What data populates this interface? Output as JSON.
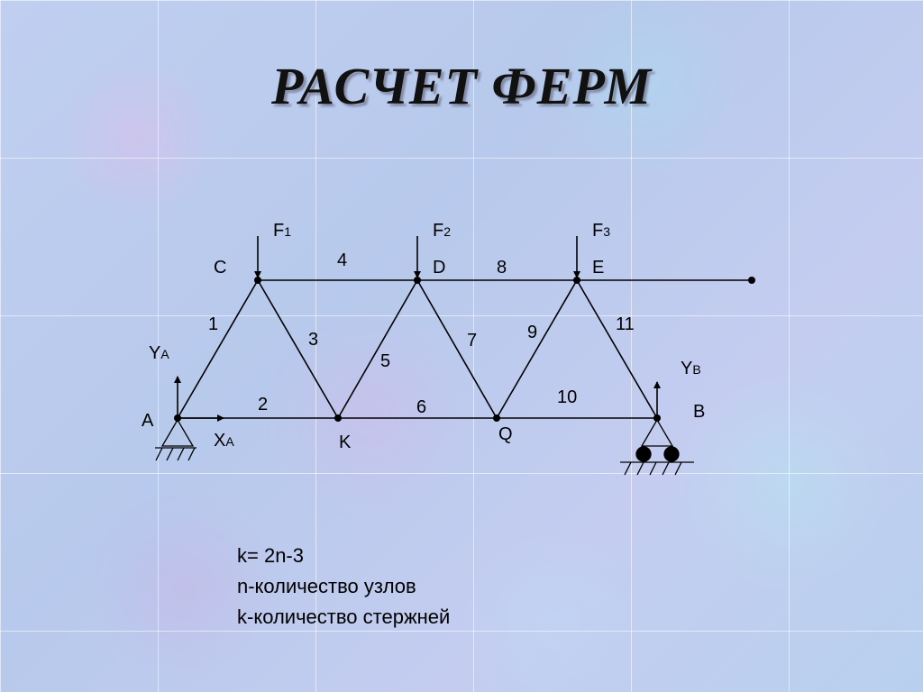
{
  "slide": {
    "title": "РАСЧЕТ ФЕРМ"
  },
  "diagram": {
    "nodes": {
      "A": "A",
      "C": "C",
      "D": "D",
      "E": "E",
      "K": "K",
      "Q": "Q",
      "B": "B"
    },
    "members": [
      "1",
      "2",
      "3",
      "4",
      "5",
      "6",
      "7",
      "8",
      "9",
      "10",
      "11"
    ],
    "forces": [
      {
        "base": "F",
        "index": "1"
      },
      {
        "base": "F",
        "index": "2"
      },
      {
        "base": "F",
        "index": "3"
      }
    ],
    "reactions": {
      "ya": {
        "base": "Y",
        "index": "A"
      },
      "xa": {
        "base": "X",
        "index": "A"
      },
      "yb": {
        "base": "Y",
        "index": "B"
      }
    }
  },
  "formula": {
    "line1": "k= 2n-3",
    "line2": "n-количество узлов",
    "line3": "k-количество стержней"
  }
}
